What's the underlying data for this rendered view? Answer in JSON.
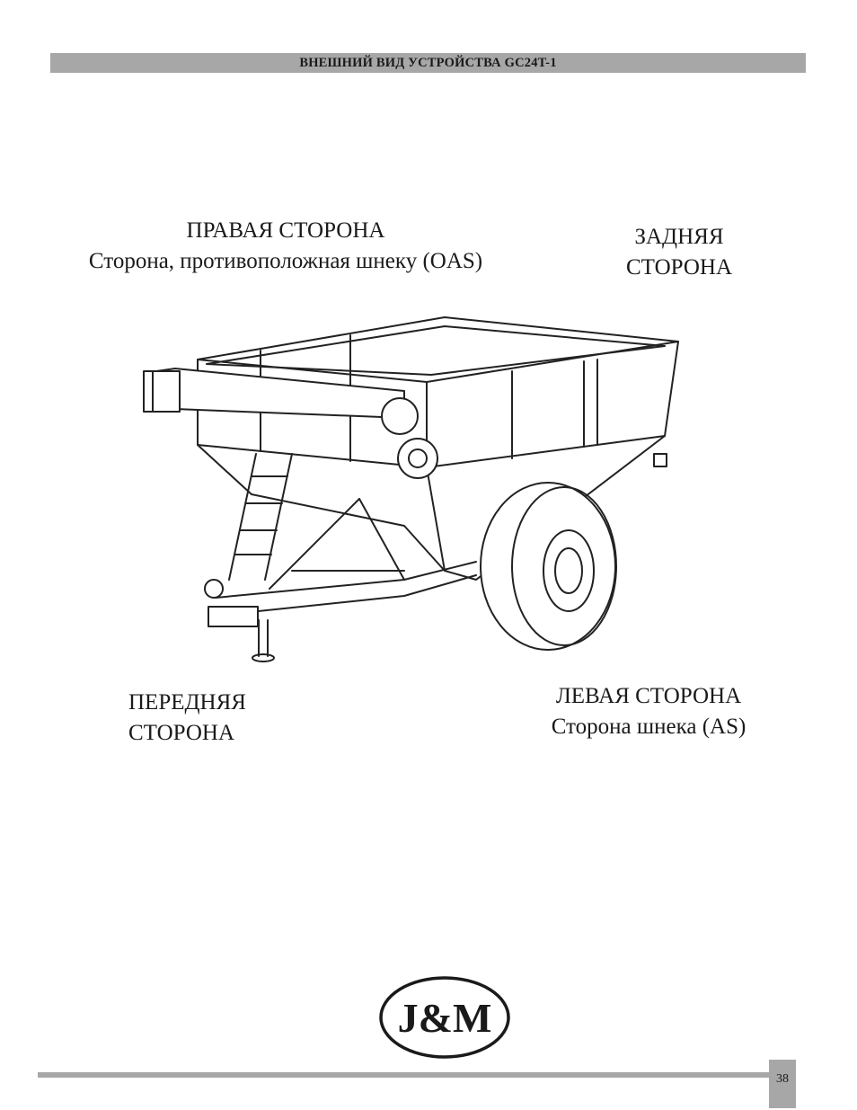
{
  "header": {
    "title": "ВНЕШНИЙ ВИД УСТРОЙСТВА GC24T-1"
  },
  "labels": {
    "right_side": {
      "title": "ПРАВАЯ СТОРОНА",
      "subtitle": "Сторона, противоположная шнеку (OAS)"
    },
    "rear_side": {
      "line1": "ЗАДНЯЯ",
      "line2": "СТОРОНА"
    },
    "front_side": {
      "line1": "ПЕРЕДНЯЯ",
      "line2": "СТОРОНА"
    },
    "left_side": {
      "title": "ЛЕВАЯ СТОРОНА",
      "subtitle": "Сторона шнека (AS)"
    }
  },
  "logo": {
    "text": "J&M"
  },
  "footer": {
    "page_number": "38"
  }
}
